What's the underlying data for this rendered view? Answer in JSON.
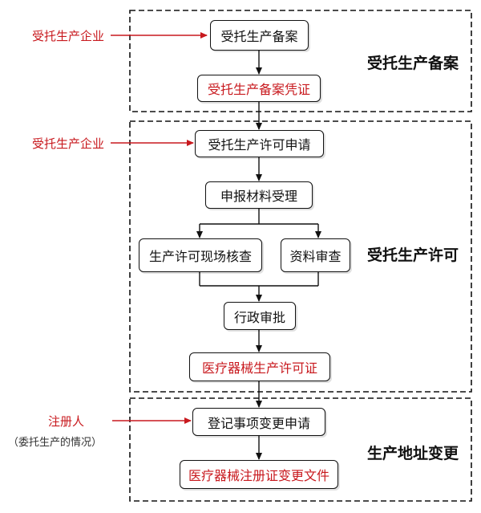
{
  "colors": {
    "accent_red": "#c8191e",
    "line": "#111111"
  },
  "sections": {
    "filing": {
      "title": "受托生产备案"
    },
    "license": {
      "title": "受托生产许可"
    },
    "address_change": {
      "title": "生产地址变更"
    }
  },
  "side_labels": {
    "enterprise_1": "受托生产企业",
    "enterprise_2": "受托生产企业",
    "registrant": "注册人",
    "registrant_note": "（委托生产的情况）"
  },
  "nodes": {
    "filing": "受托生产备案",
    "filing_certificate": "受托生产备案凭证",
    "license_application": "受托生产许可申请",
    "material_acceptance": "申报材料受理",
    "onsite_inspection": "生产许可现场核查",
    "document_review": "资料审查",
    "admin_approval": "行政审批",
    "device_license": "医疗器械生产许可证",
    "change_application": "登记事项变更申请",
    "registration_change_doc": "医疗器械注册证变更文件"
  }
}
